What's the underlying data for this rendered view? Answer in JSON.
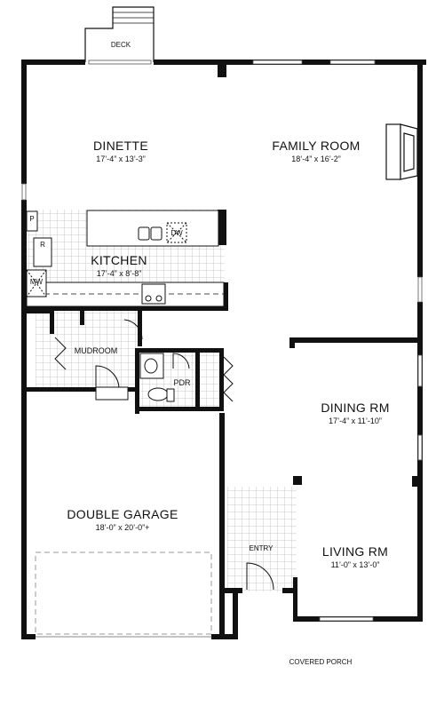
{
  "rooms": {
    "dinette": {
      "name": "DINETTE",
      "dims": "17’-4” x 13’-3”"
    },
    "family_room": {
      "name": "FAMILY ROOM",
      "dims": "18’-4” x 16’-2”"
    },
    "kitchen": {
      "name": "KITCHEN",
      "dims": "17’-4” x 8’-8”"
    },
    "mudroom": {
      "name": "MUDROOM"
    },
    "pdr": {
      "name": "PDR"
    },
    "dining_rm": {
      "name": "DINING RM",
      "dims": "17’-4” x 11’-10”"
    },
    "double_garage": {
      "name": "DOUBLE GARAGE",
      "dims": "18’-0” x 20’-0”+"
    },
    "living_rm": {
      "name": "LIVING RM",
      "dims": "11’-0” x 13’-0”"
    },
    "entry": {
      "name": "ENTRY"
    },
    "deck": {
      "name": "DECK"
    },
    "covered_porch": {
      "name": "COVERED PORCH"
    }
  },
  "fixtures": {
    "dishwasher": "DW",
    "pantry": "P",
    "refrigerator": "R",
    "microwave": "MW"
  }
}
